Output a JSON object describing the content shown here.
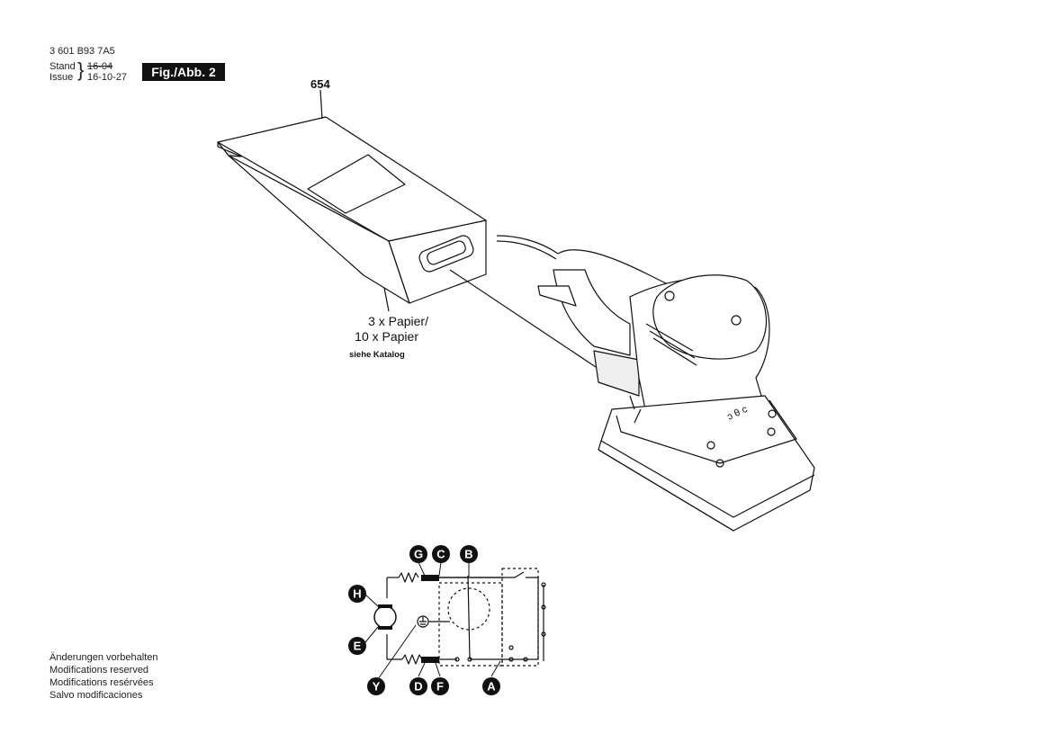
{
  "header": {
    "part_number": "3 601 B93 7A5",
    "stand_label": "Stand",
    "issue_label": "Issue",
    "stand_date": "16-04",
    "issue_date": "16-10-27",
    "figure_label": "Fig./Abb. 2"
  },
  "dust_bag": {
    "part_number": "654",
    "qty_line1": "3 x Papier/",
    "qty_line2": "10 x Papier",
    "catalog_note": "siehe Katalog"
  },
  "sander_logo": "ɔ θ c",
  "wiring_labels": [
    "G",
    "C",
    "B",
    "H",
    "E",
    "Y",
    "D",
    "F",
    "A"
  ],
  "notes": [
    "Änderungen vorbehalten",
    "Modifications reserved",
    "Modifications resérvées",
    "Salvo modificaciones"
  ]
}
